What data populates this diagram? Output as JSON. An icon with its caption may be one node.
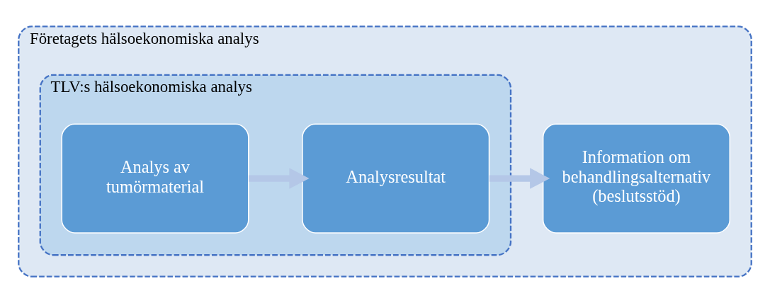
{
  "diagram": {
    "nodes": [
      {
        "text": [
          "Företagets hälsoekonomiska analys"
        ]
      },
      {
        "text": [
          "TLV:s hälsoekonomiska analys"
        ],
        "in": 0
      },
      {
        "text": [
          "Analys av tumörmaterial"
        ],
        "in": 1
      },
      {
        "text": [
          "Analysresultat"
        ],
        "in": 1
      },
      {
        "text": [
          "Information om behandlingsalternativ (beslutsstöd)"
        ],
        "in": 0
      }
    ],
    "edges": [
      {
        "from": 2,
        "to": 3,
        "arrow": "to"
      },
      {
        "from": 3,
        "to": 4,
        "arrow": "to"
      }
    ]
  }
}
